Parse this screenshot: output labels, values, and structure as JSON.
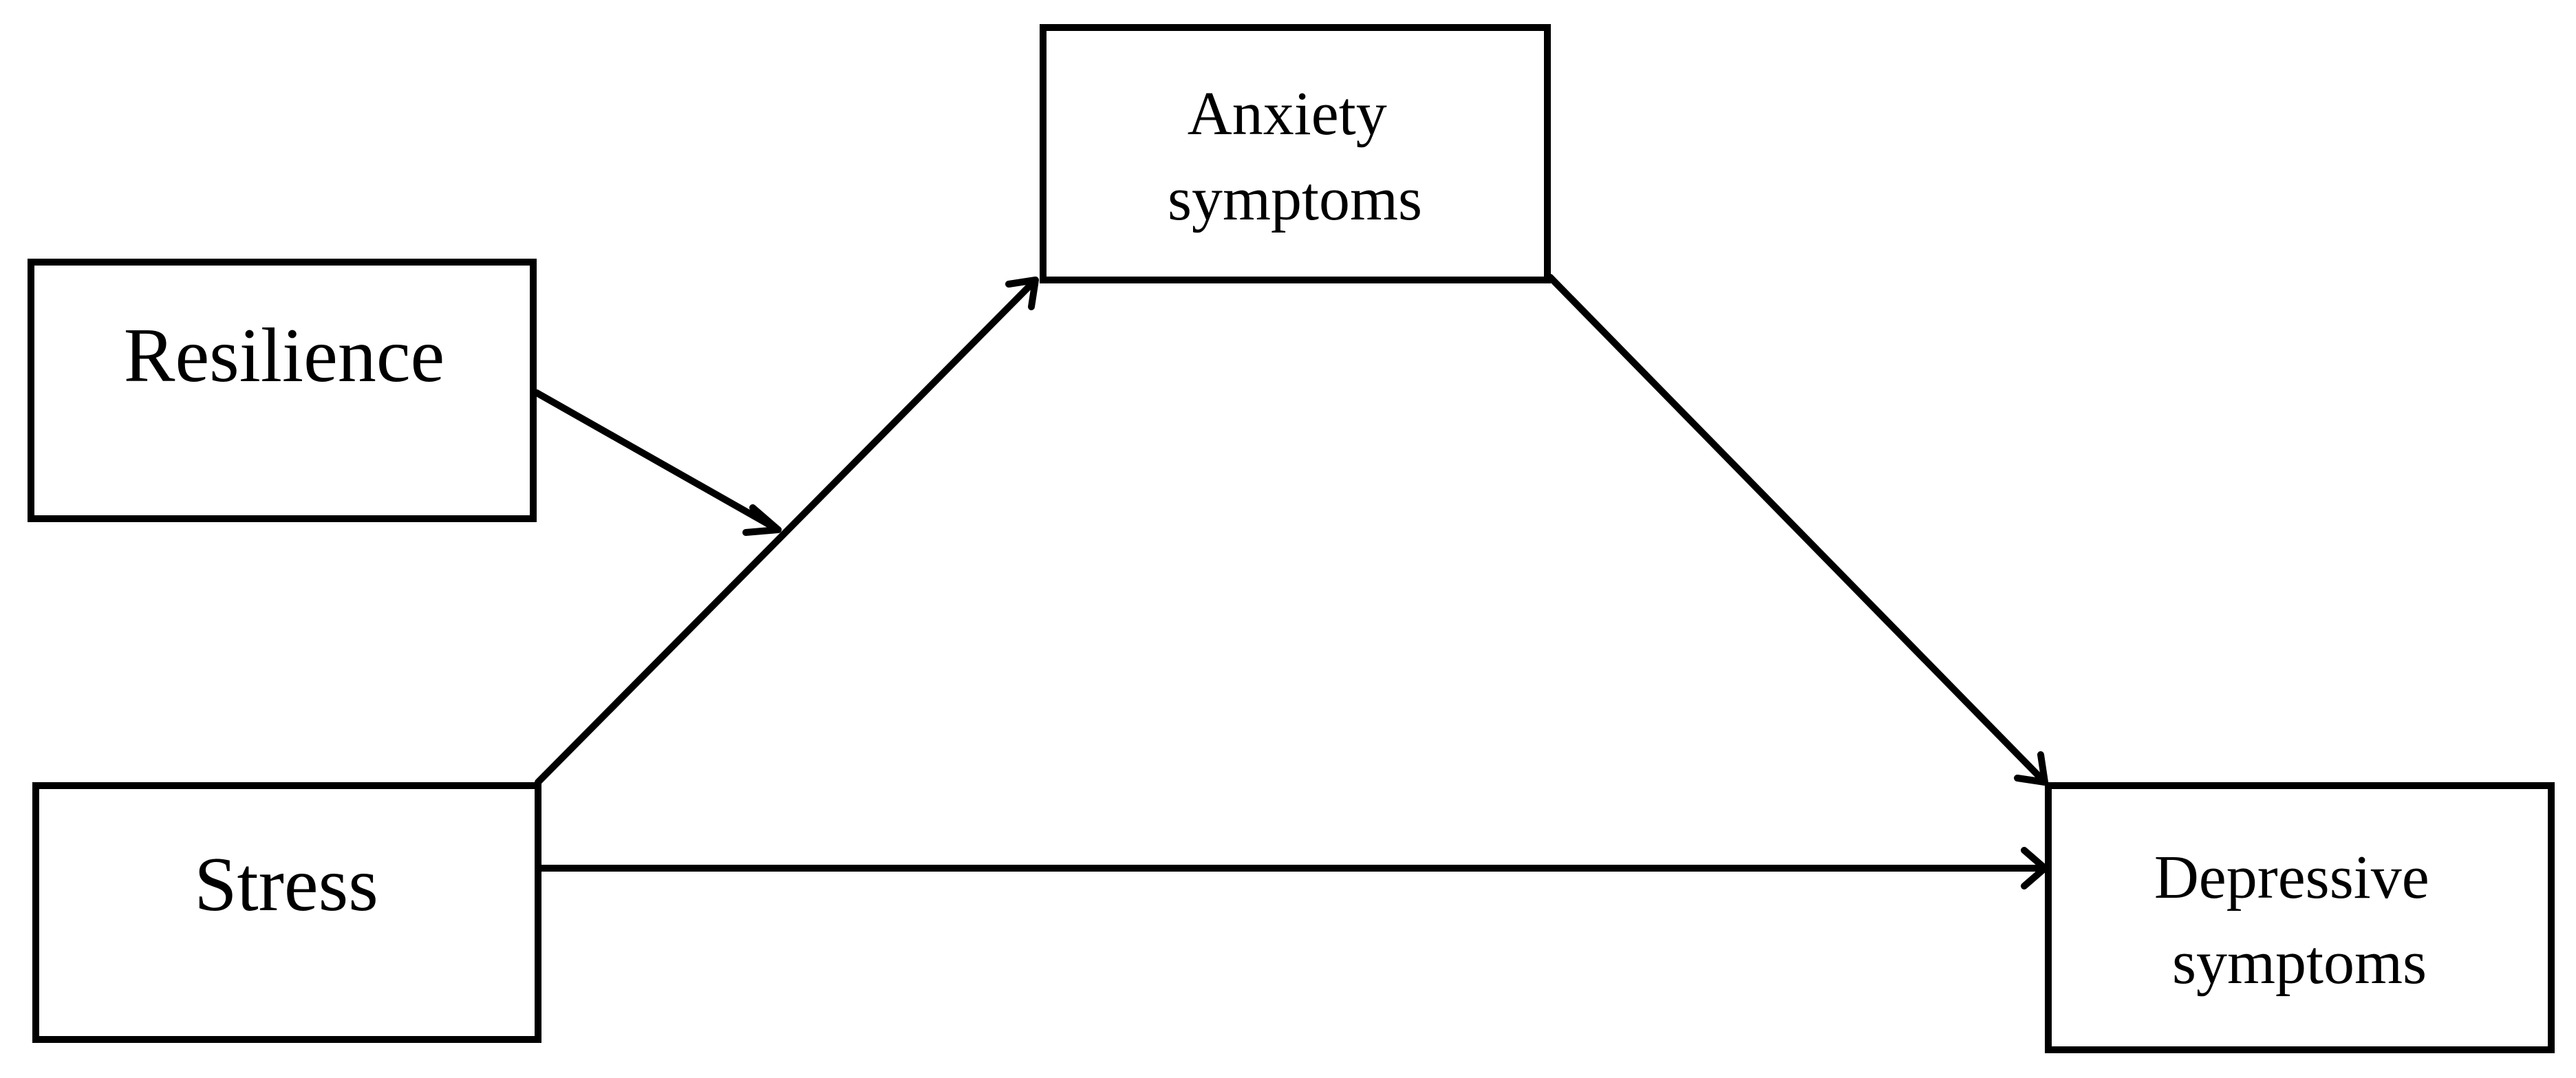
{
  "diagram": {
    "nodes": {
      "resilience": {
        "label_lines": [
          "Resilience"
        ]
      },
      "stress": {
        "label_lines": [
          "Stress"
        ]
      },
      "anxiety": {
        "label_lines": [
          "Anxiety",
          "symptoms"
        ]
      },
      "depressive": {
        "label_lines": [
          "Depressive",
          "symptoms"
        ]
      }
    },
    "colors": {
      "stroke": "#000000",
      "fill": "#ffffff"
    }
  }
}
